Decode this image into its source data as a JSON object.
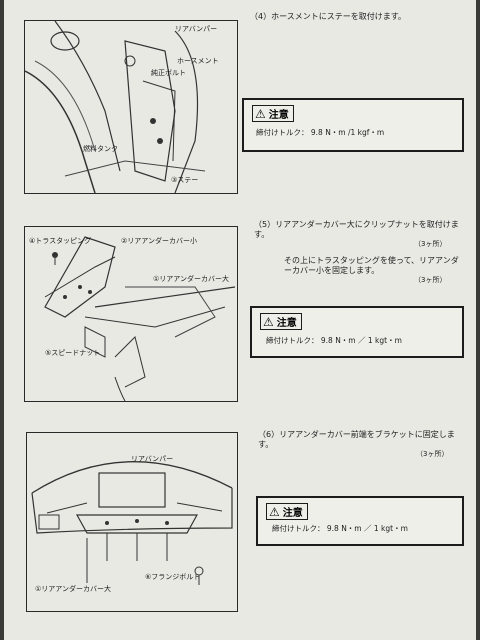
{
  "steps": [
    {
      "title": "（4）ホースメントにステーを取付けます。",
      "caution_label": "注意",
      "torque": "締付けトルク： 9.8 N・m /1 kgf・m",
      "figure_labels": [
        "リアバンパー",
        "ホースメント",
        "純正ボルト",
        "燃料タンク",
        "③ステー"
      ]
    },
    {
      "title": "（5）リアアンダーカバー大にクリップナットを取付けます。",
      "count": "（3ヶ所）",
      "subtext": "その上にトラスタッピングを使って、リアアンダーカバー小を固定します。",
      "subcount": "（3ヶ所）",
      "caution_label": "注意",
      "torque": "締付けトルク： 9.8 N・m ／ 1 kgt・m",
      "figure_labels": [
        "④トラスタッピング",
        "②リアアンダーカバー小",
        "①リアアンダーカバー大",
        "⑤スピードナット"
      ]
    },
    {
      "title": "（6）リアアンダーカバー前端をブラケットに固定します。",
      "count": "（3ヶ所）",
      "caution_label": "注意",
      "torque": "締付けトルク： 9.8 N・m ／ 1 kgt・m",
      "figure_labels": [
        "リアバンパー",
        "①リアアンダーカバー大",
        "⑥フランジボルト"
      ]
    }
  ]
}
